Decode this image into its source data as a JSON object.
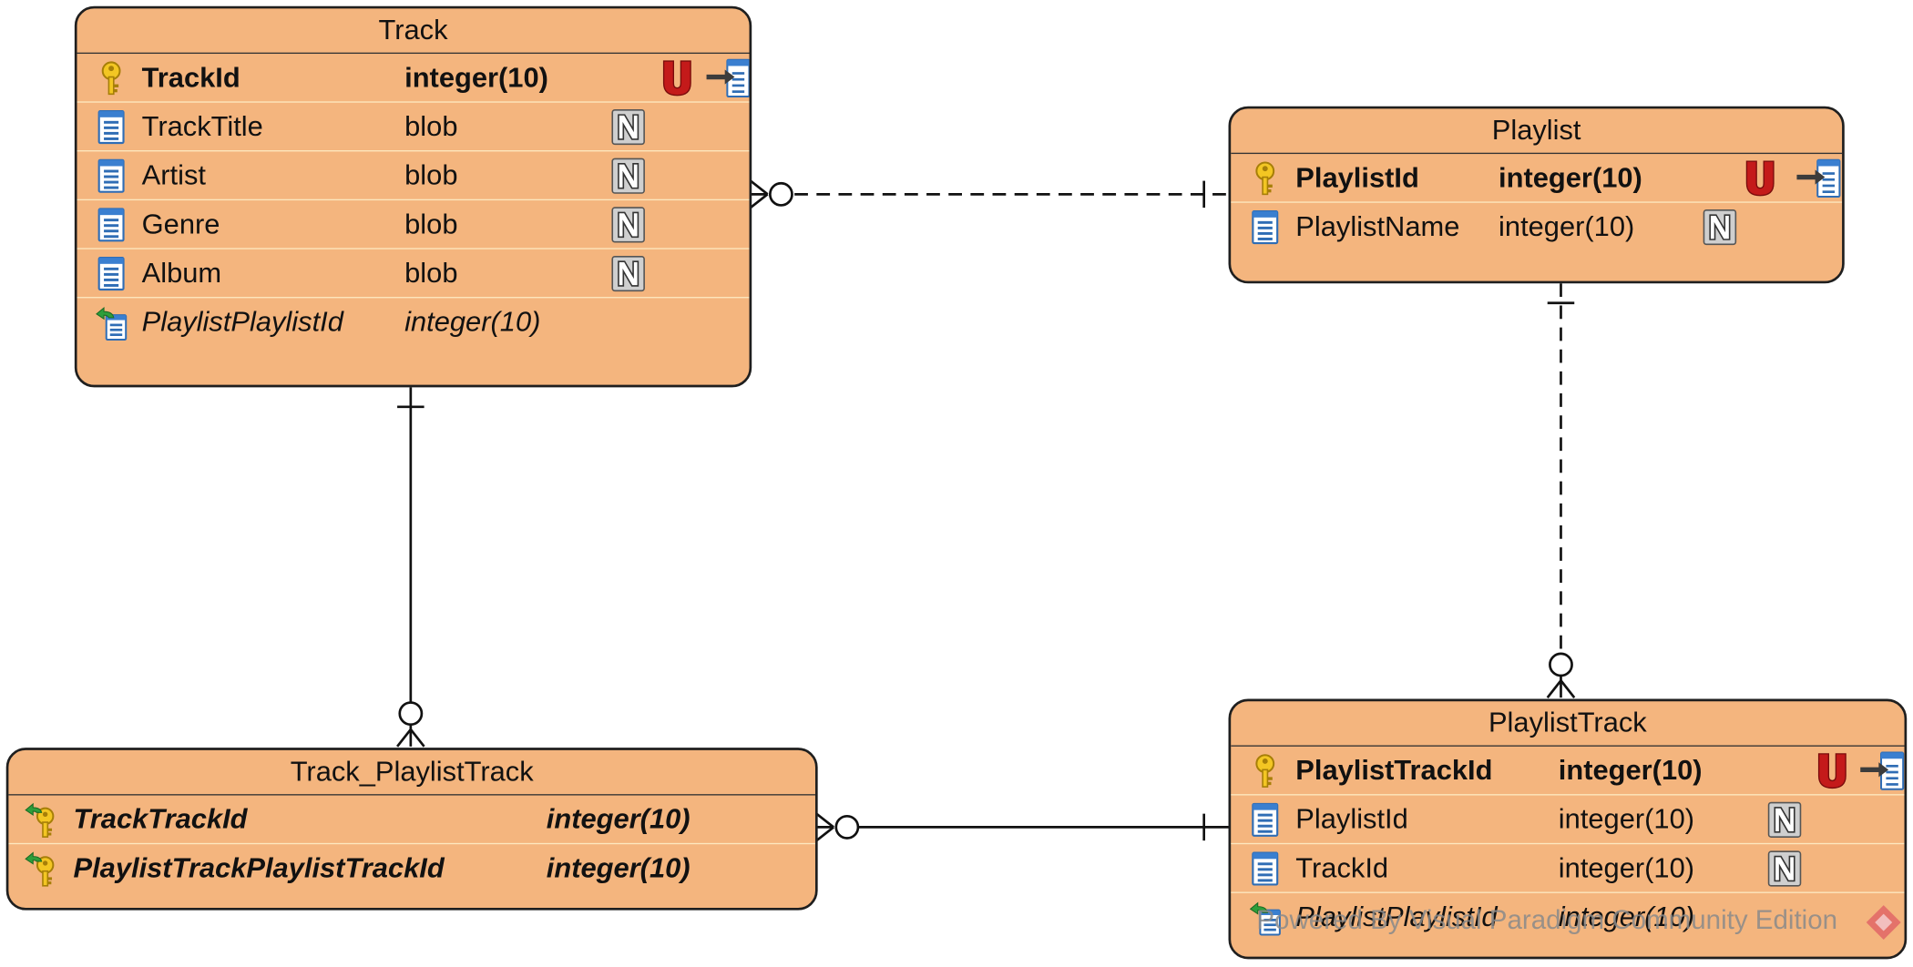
{
  "entities": {
    "track": {
      "title": "Track",
      "columns": [
        {
          "name": "TrackId",
          "type": "integer(10)",
          "kind": "pk",
          "badge": "U"
        },
        {
          "name": "TrackTitle",
          "type": "blob",
          "kind": "col",
          "badge": "N"
        },
        {
          "name": "Artist",
          "type": "blob",
          "kind": "col",
          "badge": "N"
        },
        {
          "name": "Genre",
          "type": "blob",
          "kind": "col",
          "badge": "N"
        },
        {
          "name": "Album",
          "type": "blob",
          "kind": "col",
          "badge": "N"
        },
        {
          "name": "PlaylistPlaylistId",
          "type": "integer(10)",
          "kind": "fk",
          "badge": ""
        }
      ]
    },
    "playlist": {
      "title": "Playlist",
      "columns": [
        {
          "name": "PlaylistId",
          "type": "integer(10)",
          "kind": "pk",
          "badge": "U"
        },
        {
          "name": "PlaylistName",
          "type": "integer(10)",
          "kind": "col",
          "badge": "N"
        }
      ]
    },
    "track_playlisttrack": {
      "title": "Track_PlaylistTrack",
      "columns": [
        {
          "name": "TrackTrackId",
          "type": "integer(10)",
          "kind": "pkfk",
          "badge": ""
        },
        {
          "name": "PlaylistTrackPlaylistTrackId",
          "type": "integer(10)",
          "kind": "pkfk",
          "badge": ""
        }
      ]
    },
    "playlisttrack": {
      "title": "PlaylistTrack",
      "columns": [
        {
          "name": "PlaylistTrackId",
          "type": "integer(10)",
          "kind": "pk",
          "badge": "U"
        },
        {
          "name": "PlaylistId",
          "type": "integer(10)",
          "kind": "col",
          "badge": "N"
        },
        {
          "name": "TrackId",
          "type": "integer(10)",
          "kind": "col",
          "badge": "N"
        },
        {
          "name": "PlaylistPlaylistId",
          "type": "integer(10)",
          "kind": "fk",
          "badge": ""
        }
      ]
    }
  },
  "relationships": [
    {
      "from": "Track",
      "to": "Playlist",
      "from_end": "zero-or-many",
      "to_end": "one",
      "style": "dashed"
    },
    {
      "from": "Playlist",
      "to": "PlaylistTrack",
      "from_end": "one",
      "to_end": "zero-or-many",
      "style": "dashed"
    },
    {
      "from": "Track",
      "to": "Track_PlaylistTrack",
      "from_end": "one",
      "to_end": "zero-or-many",
      "style": "solid"
    },
    {
      "from": "Track_PlaylistTrack",
      "to": "PlaylistTrack",
      "from_end": "zero-or-many",
      "to_end": "one",
      "style": "solid"
    }
  ],
  "watermark": {
    "text": "Powered By  Visual Paradigm Community Edition"
  },
  "colors": {
    "entity_fill": "#f4b57e",
    "border": "#1f1f1f",
    "unique_badge": "#c41a1a",
    "row_divider": "#fde8bf"
  }
}
